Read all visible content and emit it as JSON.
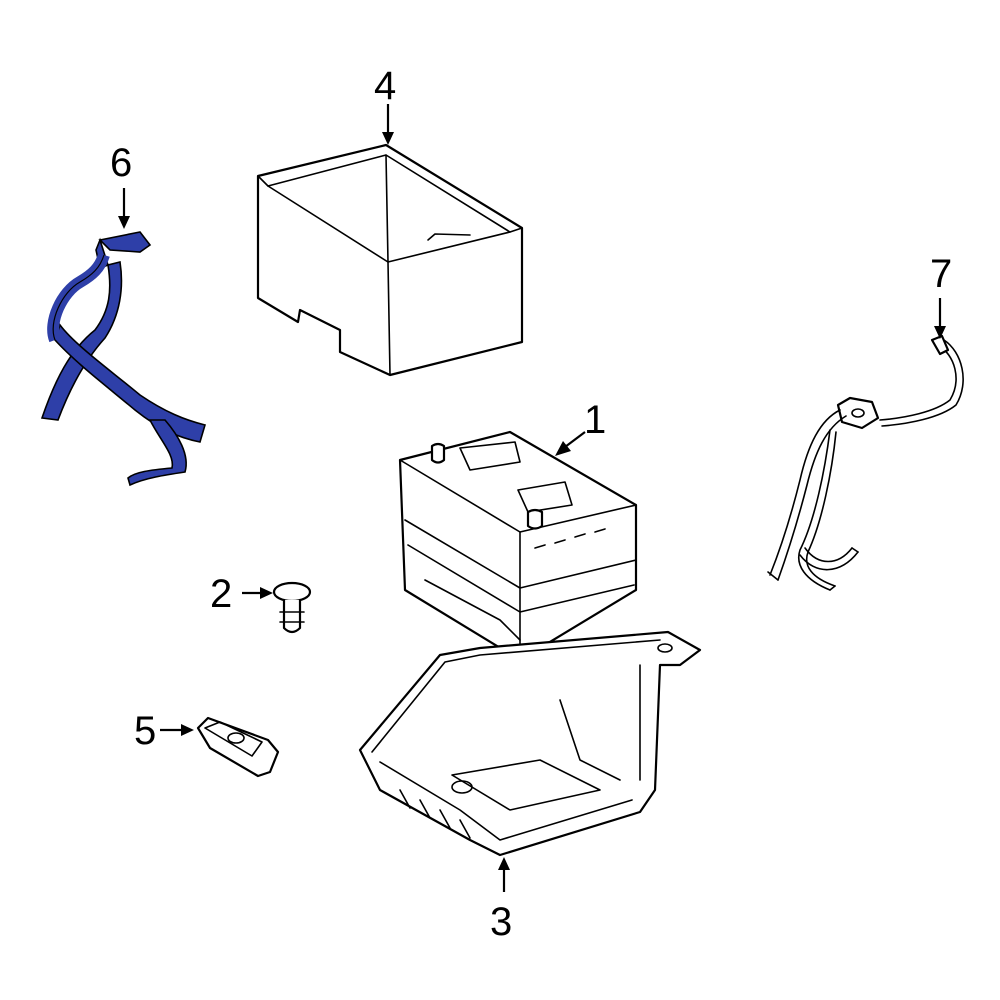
{
  "diagram": {
    "callouts": [
      {
        "id": "1",
        "label": "1"
      },
      {
        "id": "2",
        "label": "2"
      },
      {
        "id": "3",
        "label": "3"
      },
      {
        "id": "4",
        "label": "4"
      },
      {
        "id": "5",
        "label": "5"
      },
      {
        "id": "6",
        "label": "6"
      },
      {
        "id": "7",
        "label": "7"
      }
    ],
    "colors": {
      "highlight": "#2e3fa8",
      "line": "#000000",
      "fill": "#ffffff"
    }
  }
}
